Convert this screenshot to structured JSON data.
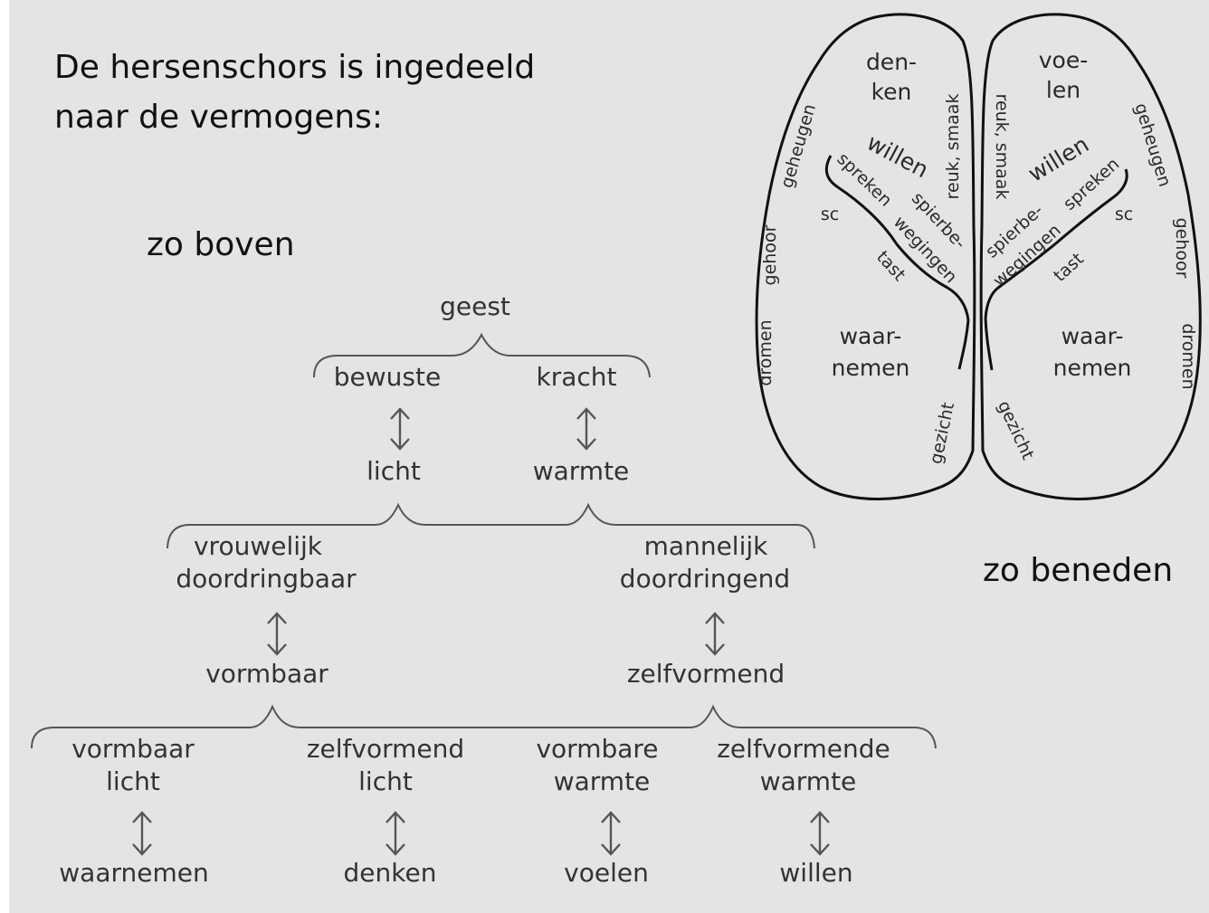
{
  "heading": {
    "line1": "De hersenschors is ingedeeld",
    "line2": "naar de vermogens:"
  },
  "side_labels": {
    "above": "zo boven",
    "below": "zo beneden"
  },
  "tree": {
    "root": "geest",
    "level1": {
      "left": "bewuste",
      "right": "kracht"
    },
    "level2": {
      "left": "licht",
      "right": "warmte"
    },
    "level3": {
      "left_line1": "vrouwelijk",
      "left_line2": "doordringbaar",
      "right_line1": "mannelijk",
      "right_line2": "doordringend"
    },
    "level4": {
      "left": "vormbaar",
      "right": "zelfvormend"
    },
    "level5": [
      {
        "line1": "vormbaar",
        "line2": "licht"
      },
      {
        "line1": "zelfvormend",
        "line2": "licht"
      },
      {
        "line1": "vormbare",
        "line2": "warmte"
      },
      {
        "line1": "zelfvormende",
        "line2": "warmte"
      }
    ],
    "level6": [
      "waarnemen",
      "denken",
      "voelen",
      "willen"
    ]
  },
  "brain": {
    "left": {
      "top_line1": "den-",
      "top_line2": "ken",
      "willen": "willen",
      "reuk_smaak": "reuk, smaak",
      "geheugen": "geheugen",
      "sc": "sc",
      "spreken": "spreken",
      "spierbewegingen_line1": "spierbe-",
      "spierbewegingen_line2": "wegingen",
      "tast": "tast",
      "gehoor": "gehoor",
      "waarnemen_line1": "waar-",
      "waarnemen_line2": "nemen",
      "dromen": "dromen",
      "gezicht": "gezicht"
    },
    "right": {
      "top_line1": "voe-",
      "top_line2": "len",
      "willen": "willen",
      "reuk_smaak": "reuk, smaak",
      "geheugen": "geheugen",
      "sc": "sc",
      "spreken": "spreken",
      "spierbewegingen_line1": "spierbe-",
      "spierbewegingen_line2": "wegingen",
      "tast": "tast",
      "gehoor": "gehoor",
      "waarnemen_line1": "waar-",
      "waarnemen_line2": "nemen",
      "dromen": "dromen",
      "gezicht": "gezicht"
    }
  }
}
